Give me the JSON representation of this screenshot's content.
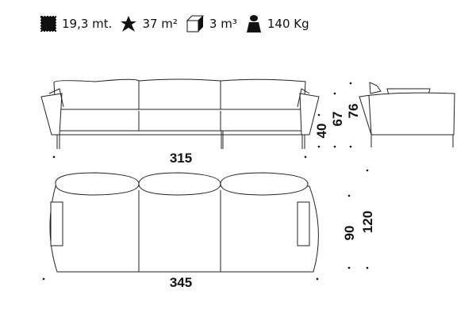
{
  "specs": [
    {
      "icon": "fabric-icon",
      "value": "19,3 mt."
    },
    {
      "icon": "leather-hide-icon",
      "value": "37 m²"
    },
    {
      "icon": "cube-volume-icon",
      "value": "3 m³"
    },
    {
      "icon": "weight-icon",
      "value": "140 Kg"
    }
  ],
  "dimensions": {
    "front_width": "315",
    "seat_height": "40",
    "arm_height": "67",
    "total_height": "76",
    "total_width": "345",
    "seat_depth": "90",
    "total_depth": "120"
  }
}
